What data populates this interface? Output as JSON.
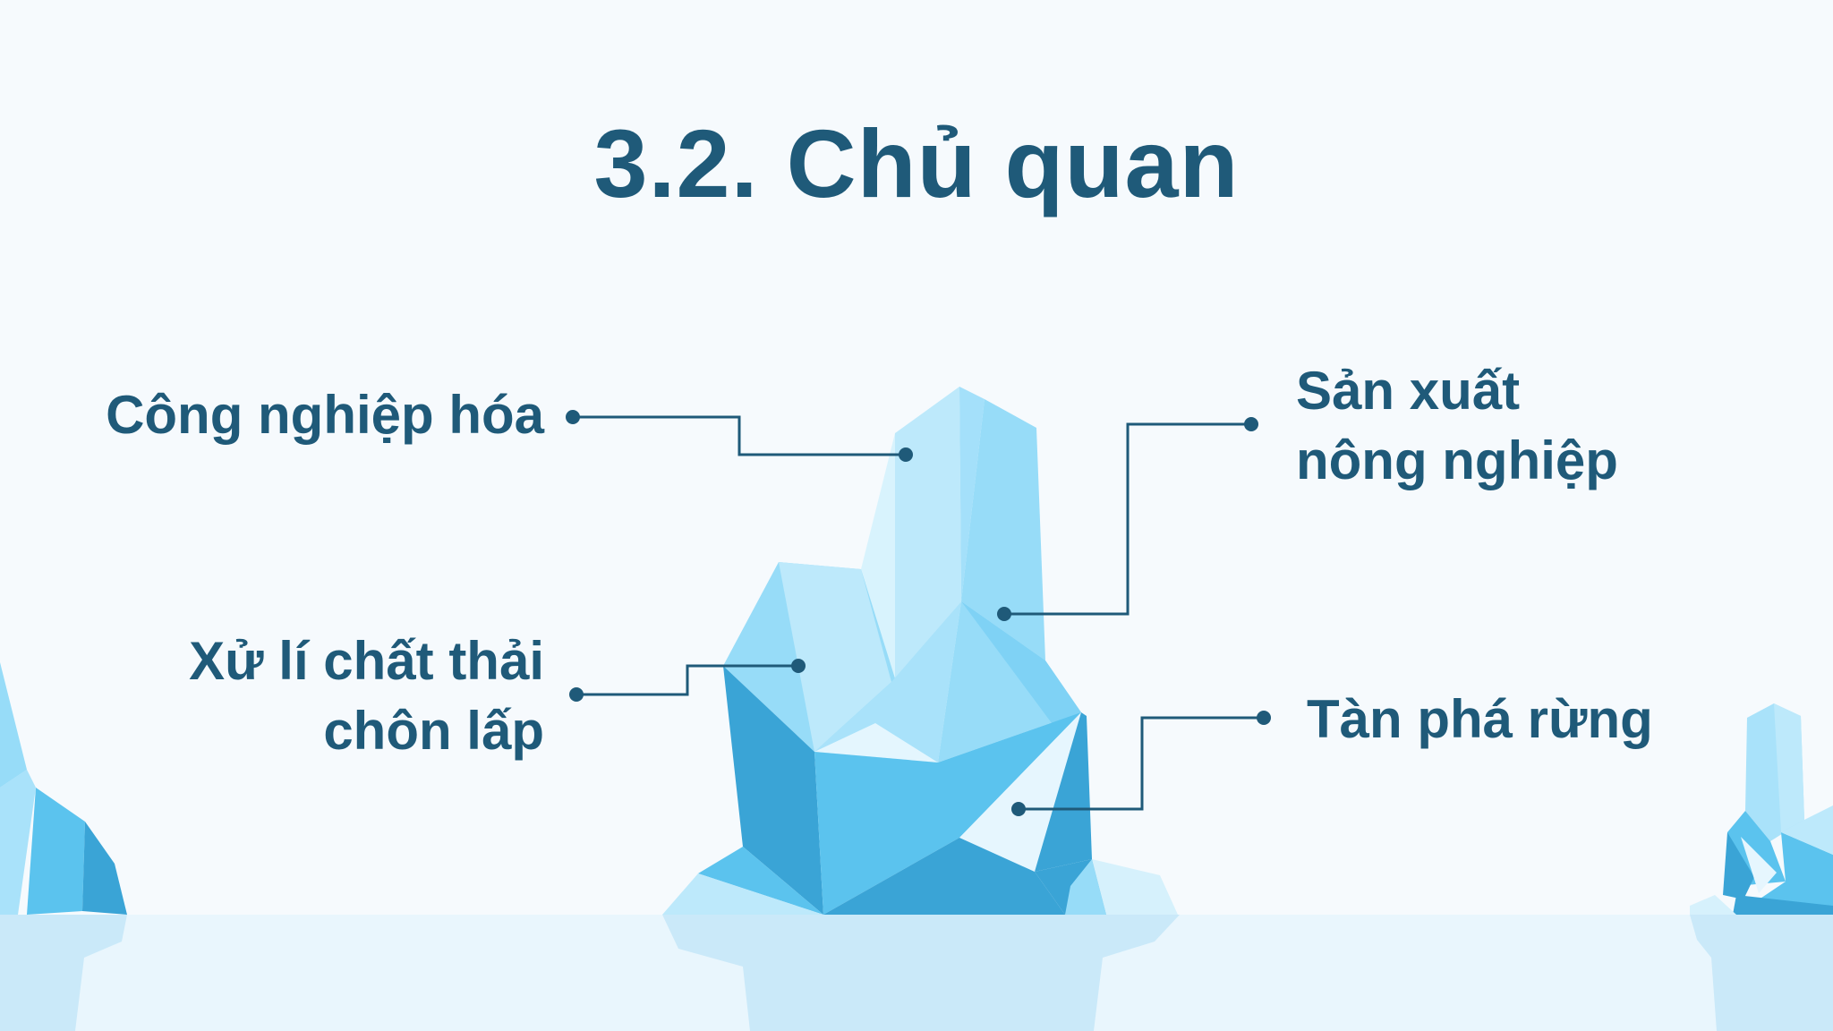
{
  "slide": {
    "title": "3.2. Chủ quan"
  },
  "labels": {
    "industrialization": "Công nghiệp hóa",
    "waste_line1": "Xử lí chất thải",
    "waste_line2": "chôn lấp",
    "agriculture_line1": "Sản xuất",
    "agriculture_line2": "nông nghiệp",
    "deforestation": "Tàn phá rừng"
  },
  "colors": {
    "text": "#1f5a79",
    "ice_light": "#bde9fb",
    "ice_mid": "#97dcf8",
    "ice_blue": "#5bc3ee",
    "ice_deep": "#3aa4d6",
    "water": "#e9f6fd"
  }
}
